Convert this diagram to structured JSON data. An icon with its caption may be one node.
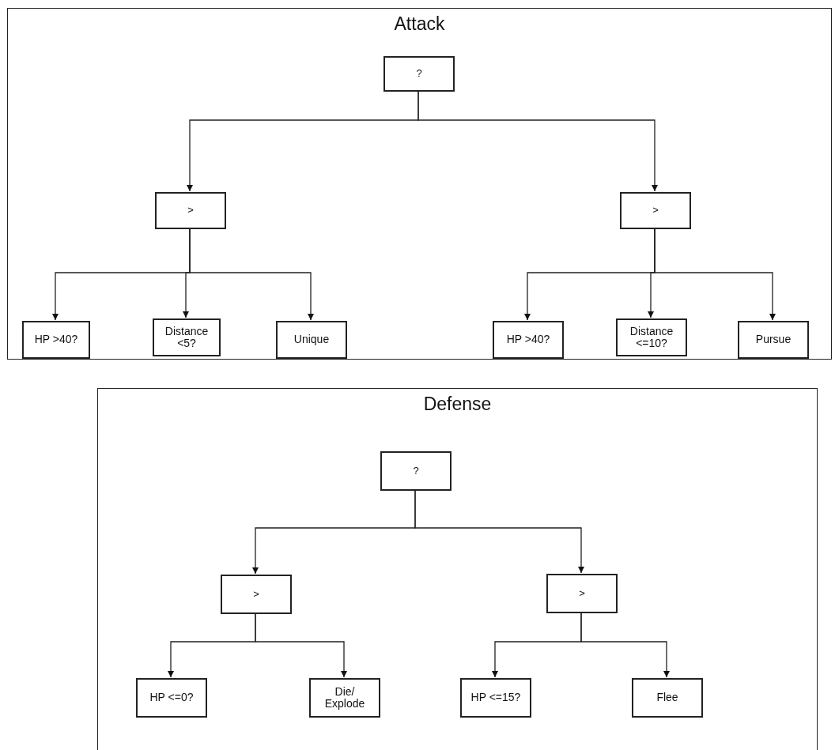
{
  "diagram": {
    "nodes": [
      {
        "text": [
          "Attack"
        ]
      },
      {
        "text": [
          "?"
        ],
        "in": 0
      },
      {
        "text": [
          ">"
        ],
        "in": 0
      },
      {
        "text": [
          ">"
        ],
        "in": 0
      },
      {
        "text": [
          "HP >40?"
        ],
        "in": 0
      },
      {
        "text": [
          "Distance <5?"
        ],
        "in": 0
      },
      {
        "text": [
          "Unique"
        ],
        "in": 0
      },
      {
        "text": [
          "HP >40?"
        ],
        "in": 0
      },
      {
        "text": [
          "Distance <=10?"
        ],
        "in": 0
      },
      {
        "text": [
          "Pursue"
        ],
        "in": 0
      },
      {
        "text": [
          "Defense"
        ]
      },
      {
        "text": [
          "?"
        ],
        "in": 10
      },
      {
        "text": [
          ">"
        ],
        "in": 10
      },
      {
        "text": [
          ">"
        ],
        "in": 10
      },
      {
        "text": [
          "HP <=0?"
        ],
        "in": 10
      },
      {
        "text": [
          "Die/ Explode"
        ],
        "in": 10
      },
      {
        "text": [
          "HP <=15?"
        ],
        "in": 10
      },
      {
        "text": [
          "Flee"
        ],
        "in": 10
      }
    ],
    "edges": [
      {
        "from": 1,
        "to": 2,
        "arrow": "to"
      },
      {
        "from": 1,
        "to": 3,
        "arrow": "to"
      },
      {
        "from": 2,
        "to": 4,
        "arrow": "to"
      },
      {
        "from": 2,
        "to": 5,
        "arrow": "to"
      },
      {
        "from": 2,
        "to": 6,
        "arrow": "to"
      },
      {
        "from": 3,
        "to": 7,
        "arrow": "to"
      },
      {
        "from": 3,
        "to": 8,
        "arrow": "to"
      },
      {
        "from": 3,
        "to": 9,
        "arrow": "to"
      },
      {
        "from": 11,
        "to": 12,
        "arrow": "to"
      },
      {
        "from": 11,
        "to": 13,
        "arrow": "to"
      },
      {
        "from": 12,
        "to": 14,
        "arrow": "to"
      },
      {
        "from": 12,
        "to": 15,
        "arrow": "to"
      },
      {
        "from": 13,
        "to": 16,
        "arrow": "to"
      },
      {
        "from": 13,
        "to": 17,
        "arrow": "to"
      }
    ]
  }
}
